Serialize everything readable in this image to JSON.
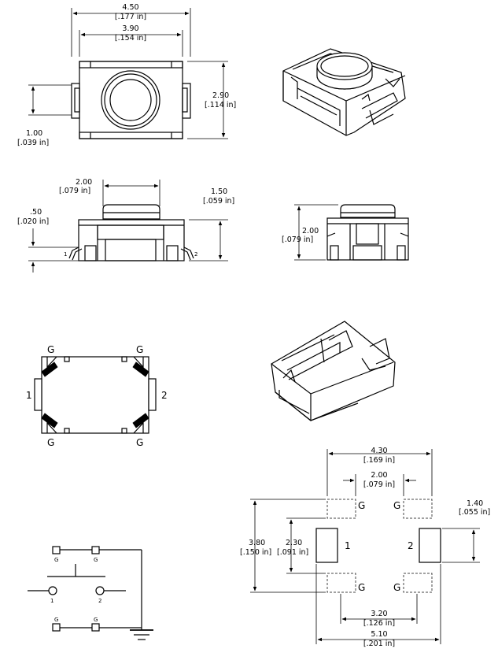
{
  "top_view": {
    "overall_width": "4.50",
    "overall_width_in": "[.177 in]",
    "body_width": "3.90",
    "body_width_in": "[.154 in]",
    "height": "2.90",
    "height_in": "[.114 in]",
    "terminal_width": "1.00",
    "terminal_width_in": "[.039 in]"
  },
  "side_view": {
    "actuator_width": "2.00",
    "actuator_width_in": "[.079 in]",
    "total_height": "1.50",
    "total_height_in": "[.059 in]",
    "terminal_height": ".50",
    "terminal_height_in": "[.020 in]",
    "pin1": "1",
    "pin2": "2"
  },
  "end_view": {
    "height": "2.00",
    "height_in": "[.079 in]"
  },
  "bottom_view": {
    "g_tl": "G",
    "g_tr": "G",
    "g_bl": "G",
    "g_br": "G",
    "pin1": "1",
    "pin2": "2"
  },
  "footprint": {
    "outer_pitch": "4.30",
    "outer_pitch_in": "[.169 in]",
    "g_gap": "2.00",
    "g_gap_in": "[.079 in]",
    "pad_height": "1.40",
    "pad_height_in": "[.055 in]",
    "g_span": "3.80",
    "g_span_in": "[.150 in]",
    "pad_span": "2.30",
    "pad_span_in": "[.091 in]",
    "inner_pitch": "3.20",
    "inner_pitch_in": "[.126 in]",
    "total_width": "5.10",
    "total_width_in": "[.201 in]",
    "g_tl": "G",
    "g_tr": "G",
    "g_bl": "G",
    "g_br": "G",
    "pin1": "1",
    "pin2": "2"
  },
  "schematic": {
    "g1": "G",
    "g2": "G",
    "g3": "G",
    "g4": "G",
    "pin1": "1",
    "pin2": "2"
  }
}
